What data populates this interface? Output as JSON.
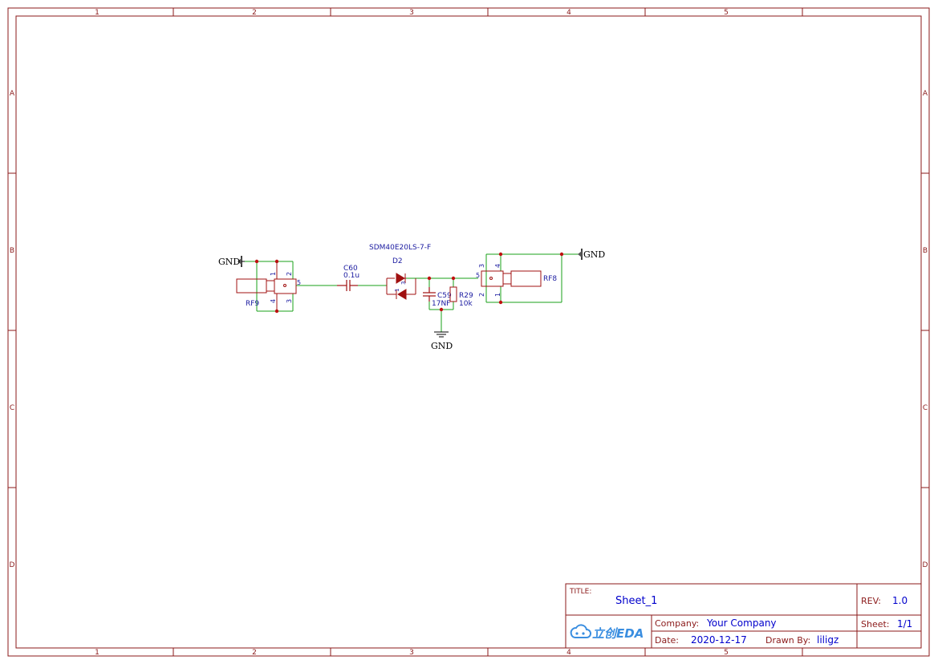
{
  "frame": {
    "columns": [
      "1",
      "2",
      "3",
      "4",
      "5"
    ],
    "rows": [
      "A",
      "B",
      "C",
      "D"
    ]
  },
  "schematic": {
    "gnd_labels": [
      "GND",
      "GND",
      "GND"
    ],
    "rf9": {
      "designator": "RF9",
      "pins": [
        "1",
        "2",
        "5",
        "4",
        "3"
      ]
    },
    "rf8": {
      "designator": "RF8",
      "pins": [
        "3",
        "4",
        "5",
        "2",
        "1"
      ]
    },
    "c60": {
      "designator": "C60",
      "value": "0.1u"
    },
    "d2": {
      "part": "SDM40E20LS-7-F",
      "designator": "D2",
      "pins": [
        "3",
        "1"
      ]
    },
    "c59": {
      "designator": "C59",
      "value": "17NF"
    },
    "r29": {
      "designator": "R29",
      "value": "10k"
    }
  },
  "title_block": {
    "title_label": "TITLE:",
    "title": "Sheet_1",
    "rev_label": "REV:",
    "rev": "1.0",
    "logo_text": "立创EDA",
    "company_label": "Company:",
    "company": "Your Company",
    "sheet_label": "Sheet:",
    "sheet": "1/1",
    "date_label": "Date:",
    "date": "2020-12-17",
    "drawn_by_label": "Drawn By:",
    "drawn_by": "liligz"
  },
  "colors": {
    "frame": "#8b1a1a",
    "wire": "#1aa01a",
    "part": "#a01010",
    "junction": "#c01010",
    "text_blue": "#0000cc",
    "gnd": "#000000"
  }
}
